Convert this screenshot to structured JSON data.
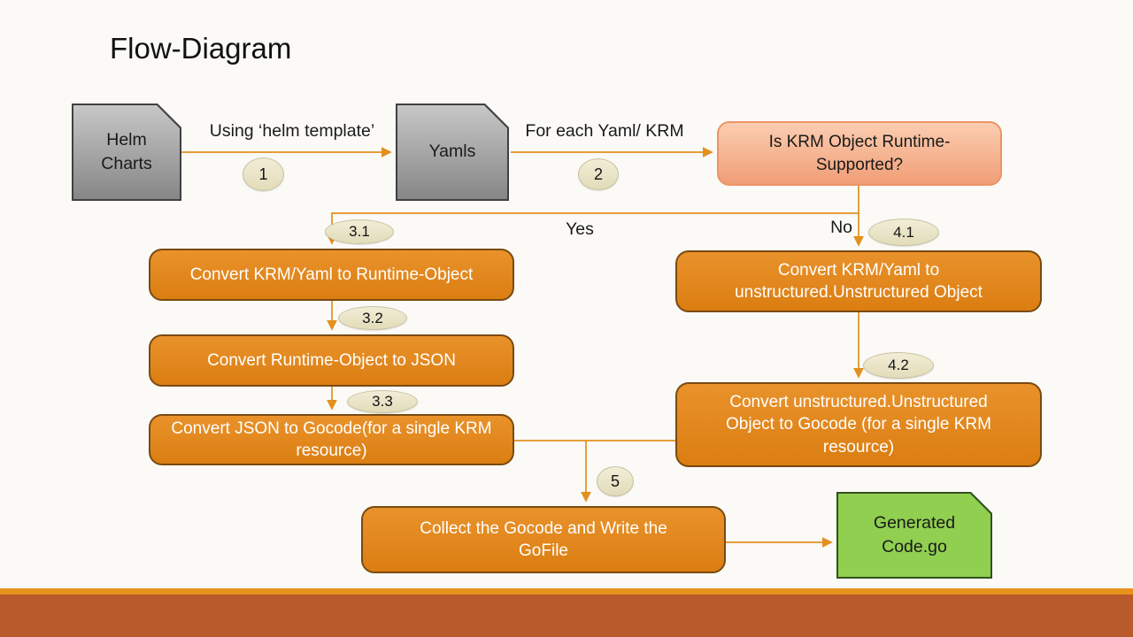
{
  "title": "Flow-Diagram",
  "nodes": {
    "helm": {
      "label": "Helm Charts"
    },
    "yamls": {
      "label": "Yamls"
    },
    "decision": {
      "label": "Is KRM Object Runtime-Supported?"
    },
    "step31": {
      "label": "Convert KRM/Yaml to Runtime-Object"
    },
    "step32": {
      "label": "Convert Runtime-Object to JSON"
    },
    "step33": {
      "label": "Convert JSON to Gocode(for a single KRM resource)"
    },
    "step41": {
      "label": "Convert KRM/Yaml to unstructured.Unstructured Object"
    },
    "step42": {
      "label": "Convert unstructured.Unstructured Object to Gocode (for a single KRM resource)"
    },
    "collect": {
      "label": "Collect the Gocode and Write the GoFile"
    },
    "generated": {
      "label": "Generated Code.go"
    }
  },
  "edge_labels": {
    "helm_to_yamls": "Using ‘helm template’",
    "yamls_to_decision": "For each Yaml/ KRM",
    "yes": "Yes",
    "no": "No"
  },
  "badges": {
    "step1": "1",
    "step2": "2",
    "step31": "3.1",
    "step32": "3.2",
    "step33": "3.3",
    "step41": "4.1",
    "step42": "4.2",
    "step5": "5"
  },
  "colors": {
    "background": "#FBFAF7",
    "arrow": "#E2901E",
    "orange_fill_top": "#E9922B",
    "orange_fill_bottom": "#DB7E12",
    "orange_border": "#7A4A10",
    "orange_text": "#FFFFFF",
    "peach_top": "#FBCDB1",
    "peach_bottom": "#F09E76",
    "peach_border": "#EC9468",
    "gray_top": "#C7C7C7",
    "gray_bottom": "#868686",
    "gray_border": "#404040",
    "green_fill": "#90CF50",
    "green_border": "#33501D",
    "badge_fill_top": "#F2EDD6",
    "badge_fill_bottom": "#E2DCBA",
    "badge_border": "#C9C2A0",
    "footer_orange": "#E8921C",
    "footer_rust": "#B85A2B",
    "text_dark": "#1A1A1A"
  }
}
